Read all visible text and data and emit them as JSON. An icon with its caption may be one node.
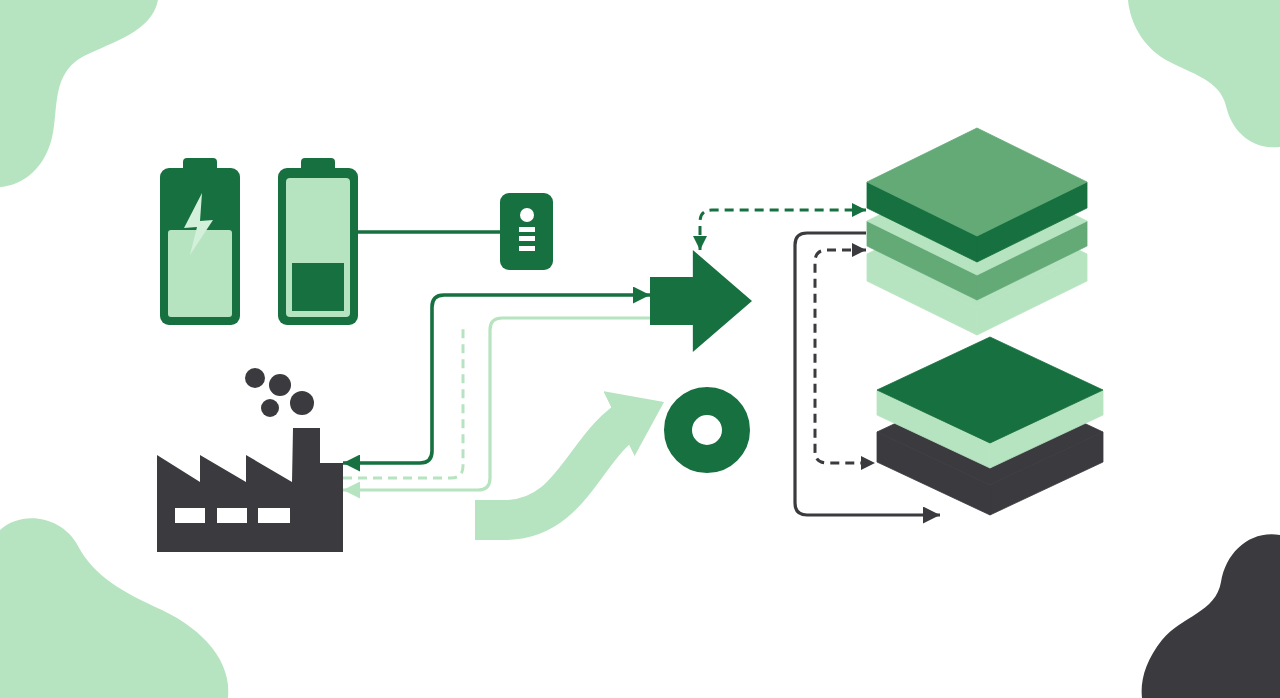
{
  "diagram": {
    "nodes": [
      {
        "text": [],
        "shape": "picture"
      },
      {
        "text": [],
        "shape": "picture"
      },
      {
        "text": [],
        "shape": "picture"
      },
      {
        "text": [],
        "shape": "arrow"
      },
      {
        "text": [],
        "shape": "picture"
      },
      {
        "text": [],
        "shape": "circle"
      },
      {
        "text": [],
        "shape": "picture"
      },
      {
        "text": [],
        "shape": "picture"
      }
    ],
    "edges": [
      {
        "from": 1,
        "to": 2,
        "arrow": "none"
      },
      {
        "from": 4,
        "to": 3,
        "arrow": "both"
      },
      {
        "from": 3,
        "to": 4,
        "arrow": "to",
        "color": "#b7e4c0"
      },
      {
        "from": 4,
        "to": null,
        "arrow": "none",
        "style": "dashed",
        "color": "#b7e4c0"
      },
      {
        "from": null,
        "to": 5,
        "arrow": "to",
        "style": "thick",
        "color": "#b7e4c0"
      },
      {
        "from": 3,
        "to": 6,
        "arrow": "both",
        "style": "dashed"
      },
      {
        "from": 6,
        "to": 7,
        "arrow": "to",
        "color": "#3b3b3f"
      },
      {
        "from": 6,
        "to": 7,
        "arrow": "both",
        "style": "dashed",
        "color": "#3b3b3f"
      }
    ]
  }
}
